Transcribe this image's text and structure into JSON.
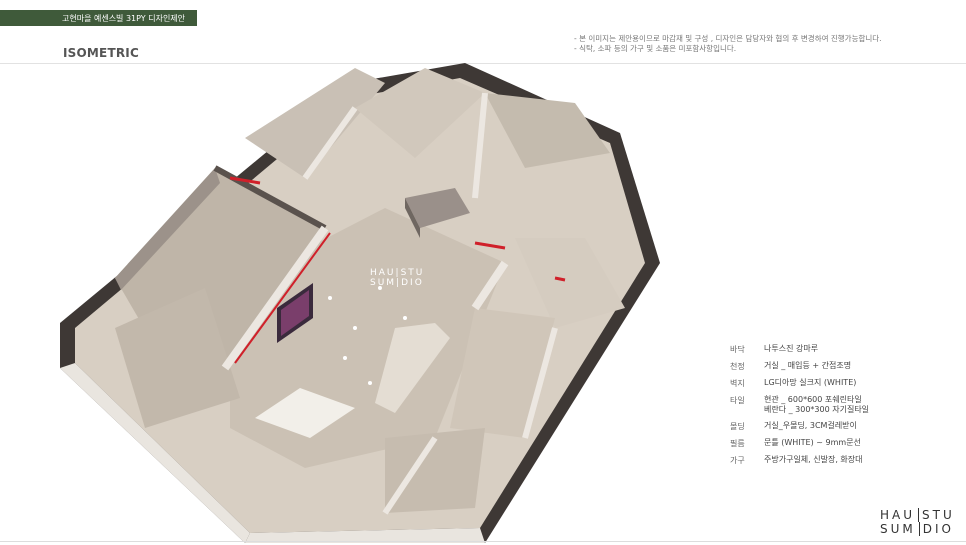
{
  "header": {
    "badge_title": "고현마을 예센스빌 31PY 디자인제안",
    "page_heading": "ISOMETRIC"
  },
  "notes": [
    "- 본 이미지는 제안용이므로 마감재 및 구성 , 디자인은 담당자와 협의 후 변경하여 진행가능합니다.",
    "- 식탁, 소파 등의 가구 및 소품은 미포함사항입니다."
  ],
  "specs": [
    {
      "key": "바닥",
      "value": "나투스진 강마루"
    },
    {
      "key": "천정",
      "value": "거실 _ 매입등 + 간접조명"
    },
    {
      "key": "벽지",
      "value": "LG디아망 실크지 (WHITE)"
    },
    {
      "key": "타일",
      "value": "현관 _ 600*600 포쉐린타일\n베란다 _ 300*300 자기질타일"
    },
    {
      "key": "몰딩",
      "value": "거실_우몰딩, 3CM걸레받이"
    },
    {
      "key": "필름",
      "value": "문틀 (WHITE) ~ 9mm문선"
    },
    {
      "key": "가구",
      "value": "주방가구일체, 신발장, 화장대"
    }
  ],
  "brand": {
    "line1_left": "HAU",
    "line1_right": "STU",
    "line2_left": "SUM",
    "line2_right": "DIO"
  },
  "colors": {
    "badge_green": "#3f5a3a",
    "accent_red": "#d0202a",
    "floor_beige": "#cfc4b6",
    "wall_dark": "#4a4440"
  },
  "image": {
    "subject": "isometric-floorplan-render"
  }
}
